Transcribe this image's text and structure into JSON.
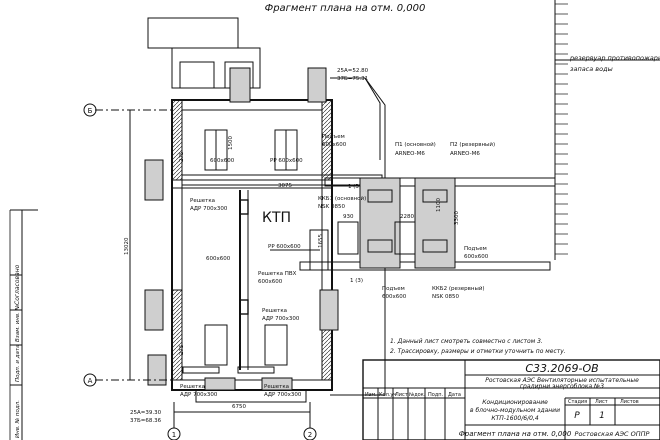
{
  "drawing": {
    "title": "Фрагмент плана на отм. 0,000",
    "room_label": "КТП",
    "reservoir_label_1": "резервуар противопожарного",
    "reservoir_label_2": "запаса воды",
    "axes": {
      "b": "Б",
      "a": "А",
      "n1": "1",
      "n2": "2"
    },
    "dims": {
      "d1500": "1500",
      "d275a": "275",
      "d275b": "275",
      "d13020": "13020",
      "d3075": "3075",
      "d930": "930",
      "d2280": "2280",
      "d1100": "1100",
      "d3300": "3300",
      "d1655": "1655",
      "d6750": "6750"
    },
    "equipment": {
      "pp1": "РР 600x600",
      "pp2": "РР 600x600",
      "s600a": "600x600",
      "s600b": "600x600",
      "grille_top_l1": "Решетка",
      "grille_top_l2": "АДР 700x300",
      "grille_mid_l1": "Решетка",
      "grille_mid_l2": "АДР 700x300",
      "grille_pvkh_l1": "Решетка ПВХ",
      "grille_pvkh_l2": "600x600",
      "grille_b1_l1": "Решетка",
      "grille_b1_l2": "АДР 700x300",
      "grille_b2_l1": "Решетка",
      "grille_b2_l2": "АДР 700x300",
      "kkb1_l1": "ККБ1 (основной)",
      "kkb1_l2": "NSK 0850",
      "kkb2_l1": "ККБ2 (резервный)",
      "kkb2_l2": "NSK 0850",
      "p1_l1": "П1 (основной)",
      "p1_l2": "ARNEO-М6",
      "p2_l1": "П2 (резервный)",
      "p2_l2": "ARNEO-М6",
      "rise1_l1": "Подъем",
      "rise1_l2": "600x600",
      "rise2_l1": "Подъем",
      "rise2_l2": "600x600",
      "rise3_l1": "Подъем",
      "rise3_l2": "600x600",
      "m13a": "1 (3)",
      "m13b": "1 (3)",
      "elev_top_1": "25А=52.80",
      "elev_top_2": "37Б=75.31",
      "elev_bot_1": "25А=39.30",
      "elev_bot_2": "37Б=68.36"
    },
    "side_labels": [
      "Согласовано",
      "Взам. инв. №",
      "Подп. и дата",
      "Инв. № подл."
    ]
  },
  "notes": [
    "1. Данный лист смотреть совместно с листом 3.",
    "2. Трассировку, размеры и отметки уточнить по месту."
  ],
  "title_block": {
    "code": "С33.2069-ОВ",
    "project_l1": "Ростовская АЭС Вентиляторные испытательные",
    "project_l2": "градирни энергоблока №3",
    "col_headers": [
      "Изм.",
      "Кол.уч",
      "Лист",
      "№док.",
      "Подп.",
      "Дата"
    ],
    "object_l1": "Кондиционирование",
    "object_l2": "в блочно-модульном здании",
    "object_l3": "КТП-1600/6/0,4",
    "stage_label": "Стадия",
    "sheet_label": "Лист",
    "sheets_label": "Листов",
    "stage_value": "Р",
    "sheet_value": "1",
    "sheet_name": "Фрагмент плана на отм. 0,000",
    "org": "Ростовская АЭС ОППР"
  }
}
